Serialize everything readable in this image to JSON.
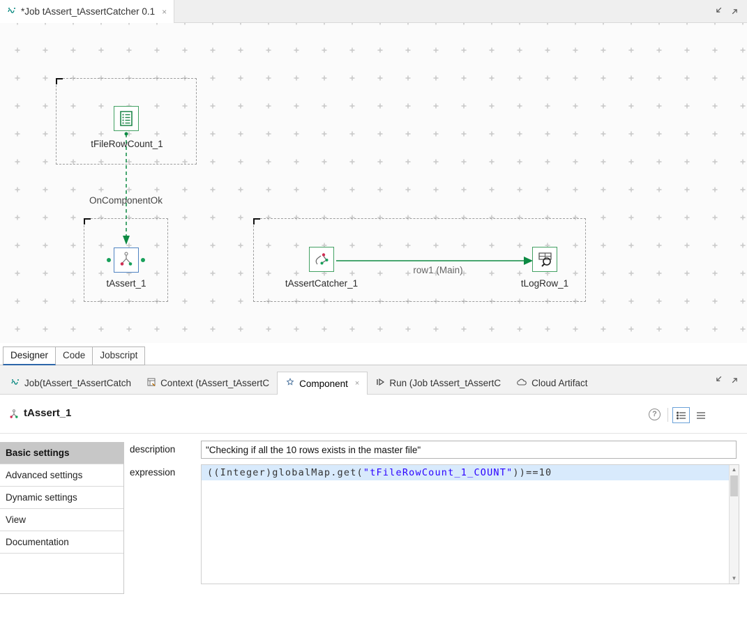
{
  "window": {
    "editor_tab": {
      "title": "*Job tAssert_tAssertCatcher 0.1",
      "close": "×"
    }
  },
  "canvas": {
    "nodes": [
      {
        "name": "tFileRowCount_1"
      },
      {
        "name": "tAssert_1"
      },
      {
        "name": "tAssertCatcher_1"
      },
      {
        "name": "tLogRow_1"
      }
    ],
    "links": [
      {
        "label": "OnComponentOk",
        "type": "trigger"
      },
      {
        "label": "row1 (Main)",
        "type": "main"
      }
    ]
  },
  "doc_tabs": {
    "items": [
      {
        "label": "Designer",
        "active": true
      },
      {
        "label": "Code",
        "active": false
      },
      {
        "label": "Jobscript",
        "active": false
      }
    ]
  },
  "panel_tabs": {
    "items": [
      {
        "label": "Job(tAssert_tAssertCatch"
      },
      {
        "label": "Context (tAssert_tAssertC"
      },
      {
        "label": "Component",
        "close": "×"
      },
      {
        "label": "Run (Job tAssert_tAssertC"
      },
      {
        "label": "Cloud Artifact"
      }
    ]
  },
  "component": {
    "title": "tAssert_1",
    "help_label": "?",
    "sidebar": {
      "items": [
        {
          "label": "Basic settings",
          "active": true
        },
        {
          "label": "Advanced settings"
        },
        {
          "label": "Dynamic settings"
        },
        {
          "label": "View"
        },
        {
          "label": "Documentation"
        }
      ]
    },
    "fields": {
      "description": {
        "label": "description",
        "value": "\"Checking if all the 10 rows exists in the master file\""
      },
      "expression": {
        "label": "expression",
        "code_pre": "((Integer)globalMap.get(",
        "code_string": "\"tFileRowCount_1_COUNT\"",
        "code_post": "))==10"
      }
    },
    "scrollbar": {
      "up": "▲",
      "down": "▼"
    }
  },
  "colors": {
    "talend_green": "#1d8649",
    "link_green": "#0d8a43",
    "selection_blue": "#4f83c2",
    "string_blue": "#2a00ff",
    "highlight_line": "#d8eafc",
    "active_tab_underline": "#2c66a9",
    "sidebar_active_bg": "#c7c7c7",
    "error_red": "#cf2e53"
  }
}
